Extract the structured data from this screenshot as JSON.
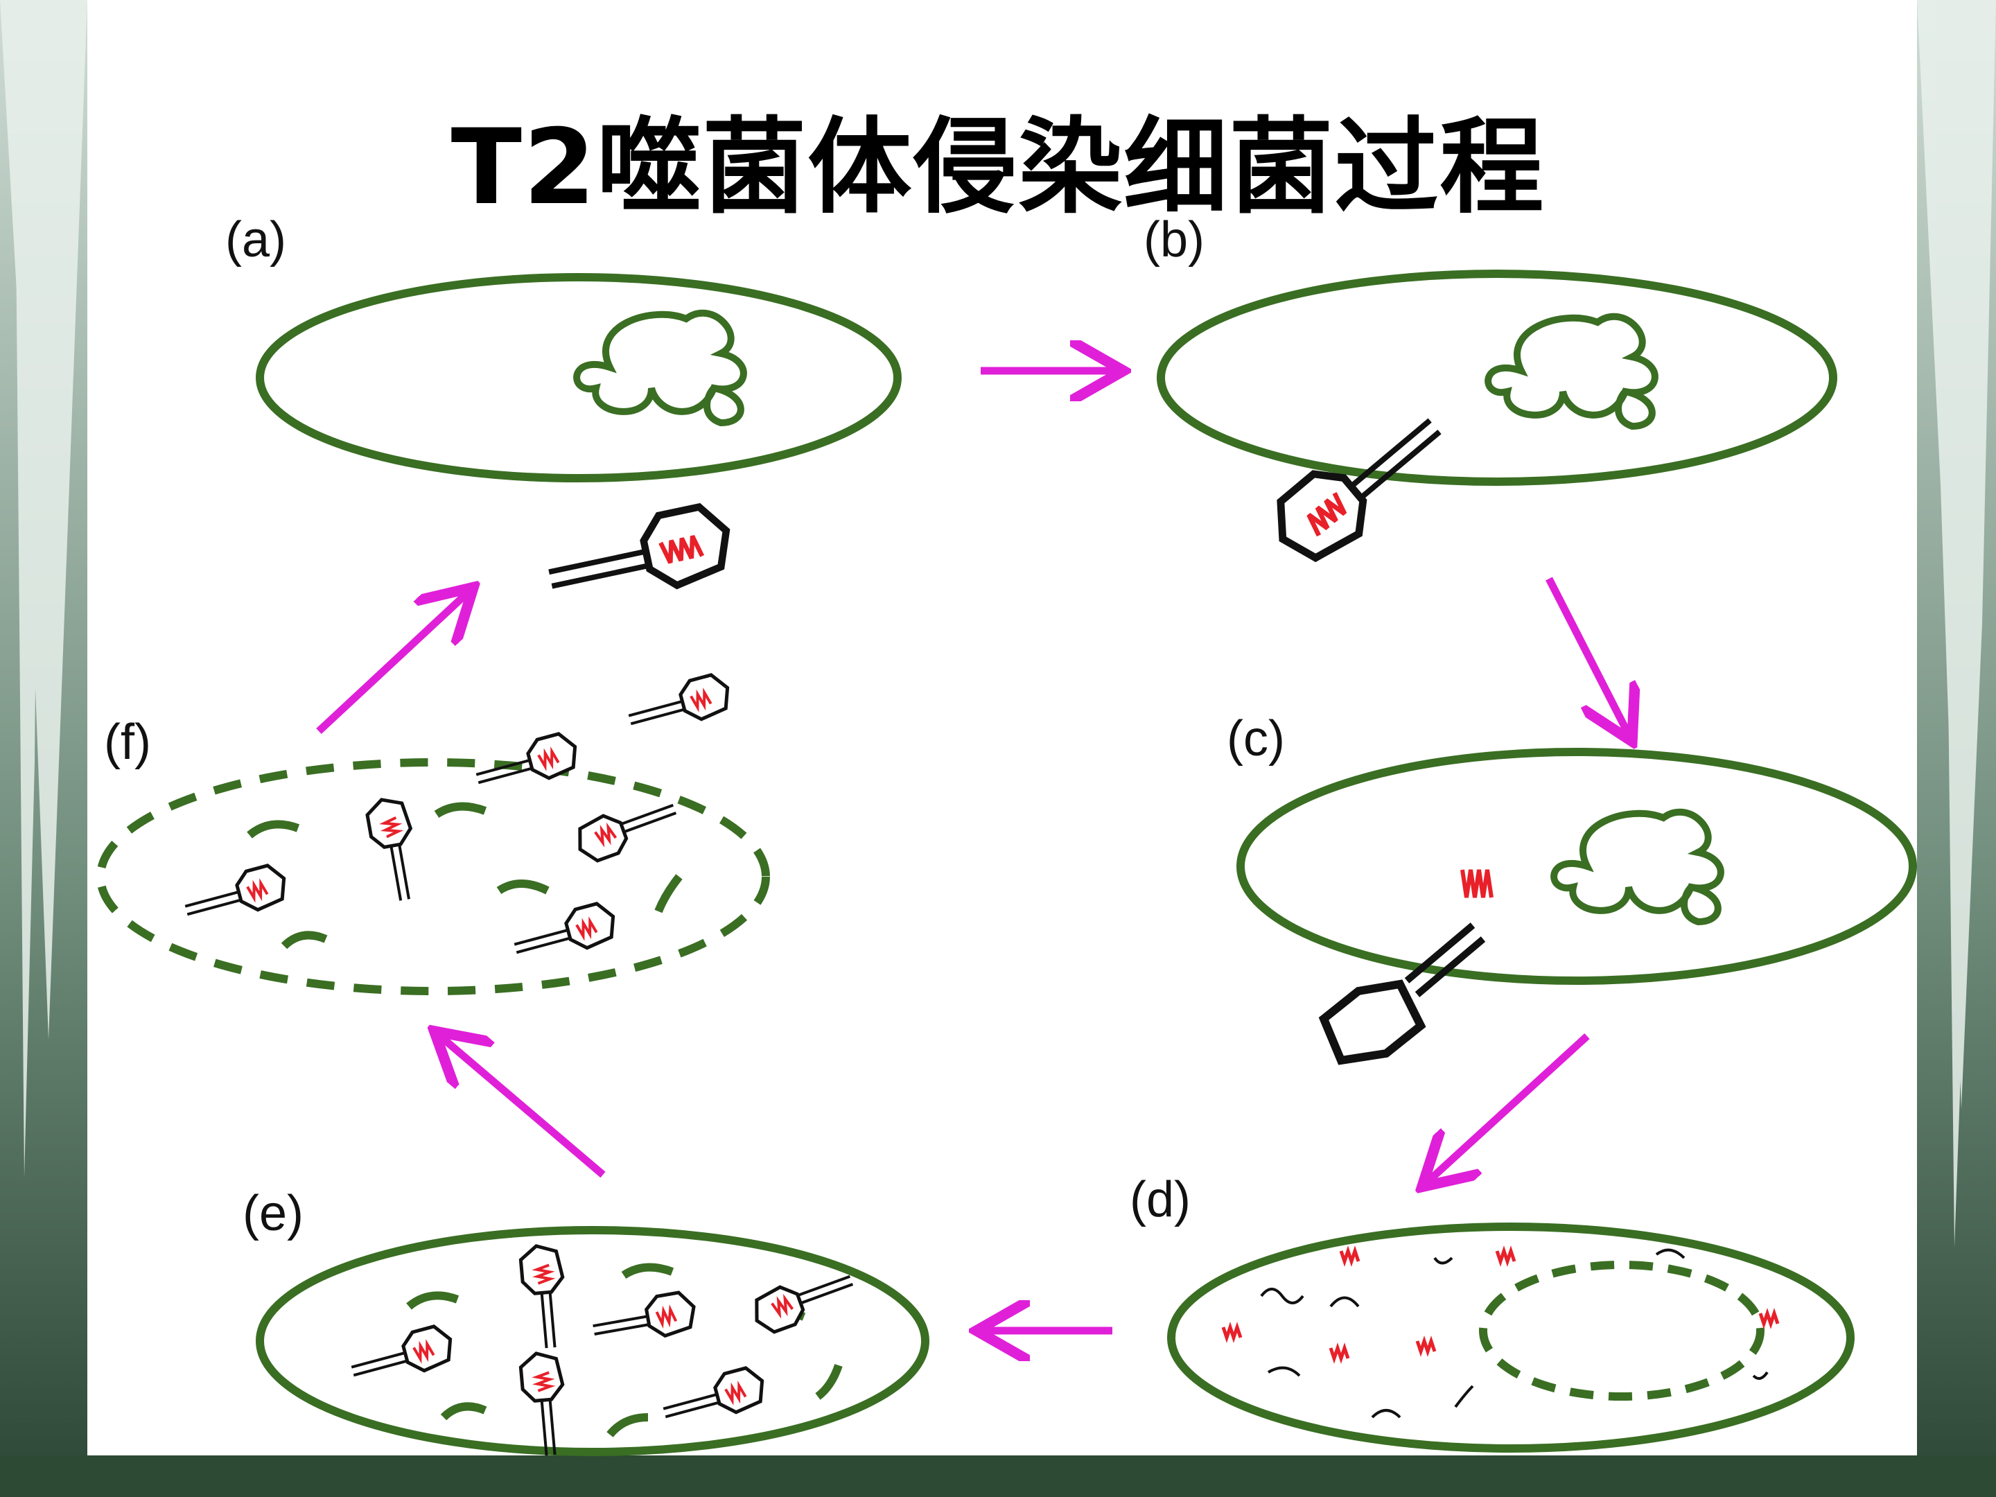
{
  "title": "T2噬菌体侵染细菌过程",
  "stages": [
    {
      "id": "a",
      "label": "(a)"
    },
    {
      "id": "b",
      "label": "(b)"
    },
    {
      "id": "c",
      "label": "(c)"
    },
    {
      "id": "d",
      "label": "(d)"
    },
    {
      "id": "e",
      "label": "(e)"
    },
    {
      "id": "f",
      "label": "(f)"
    }
  ],
  "colors": {
    "cell_wall": "#3a6e23",
    "arrow": "#e020d8",
    "phage": "#111111",
    "dna": "#e8202a",
    "background": "#2f4a3a"
  }
}
